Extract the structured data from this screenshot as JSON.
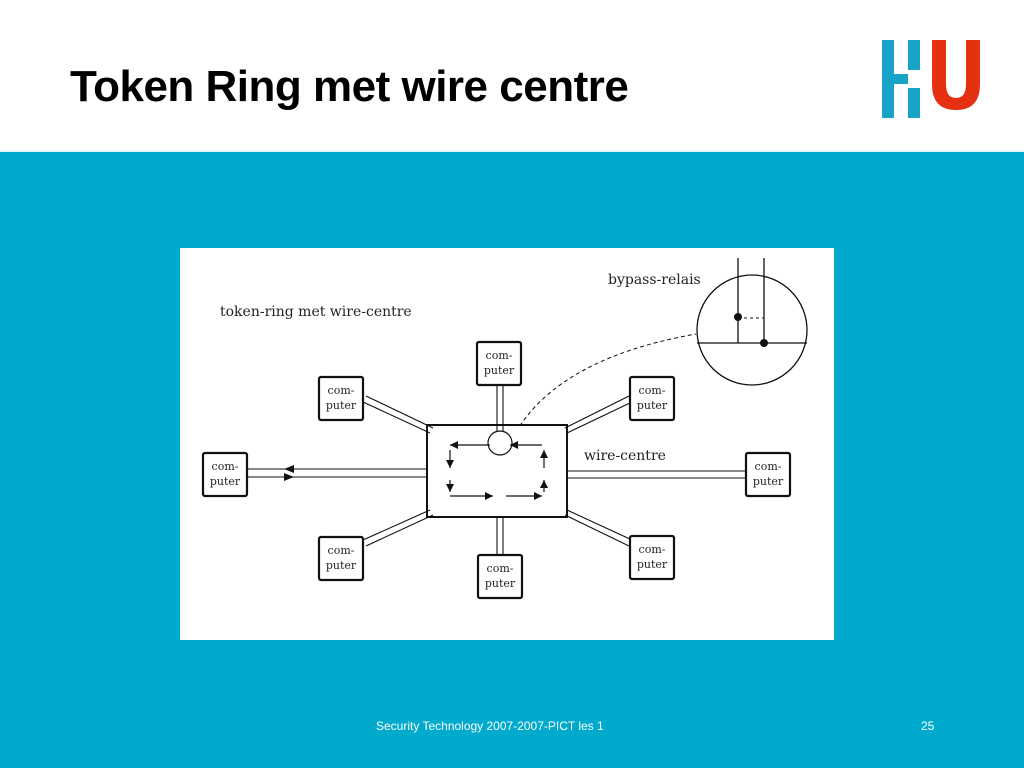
{
  "slide": {
    "title": "Token Ring met wire centre",
    "footer": "Security Technology 2007-2007-PICT les 1",
    "page_number": "25"
  },
  "brand": {
    "logo_letters": "HU",
    "logo_bar_color": "#1aa3c8",
    "logo_u_color": "#e63012",
    "band_color": "#00aacc"
  },
  "diagram": {
    "caption": "token-ring met wire-centre",
    "bypass_label": "bypass-relais",
    "hub_label": "wire-centre",
    "computer_line1": "com-",
    "computer_line2": "puter"
  }
}
